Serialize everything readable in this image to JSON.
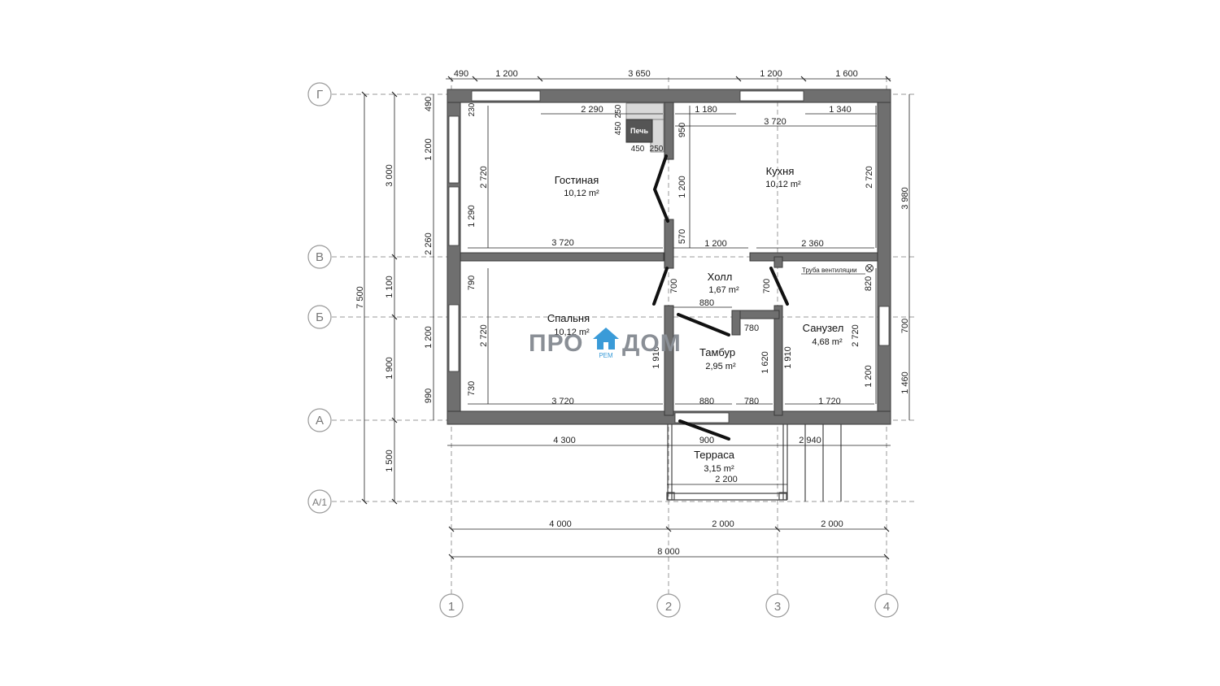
{
  "axes": {
    "rows": [
      "Г",
      "В",
      "Б",
      "А",
      "А/1"
    ],
    "columns": [
      "1",
      "2",
      "3",
      "4"
    ]
  },
  "rooms": [
    {
      "name": "Гостиная",
      "area": "10,12 m²"
    },
    {
      "name": "Кухня",
      "area": "10,12 m²"
    },
    {
      "name": "Холл",
      "area": "1,67 m²"
    },
    {
      "name": "Спальня",
      "area": "10,12 m²"
    },
    {
      "name": "Тамбур",
      "area": "2,95 m²"
    },
    {
      "name": "Санузел",
      "area": "4,68 m²"
    },
    {
      "name": "Терраса",
      "area": "3,15 m²"
    }
  ],
  "labels": {
    "stove": "Печь",
    "vent_pipe": "Труба вентиляции"
  },
  "logo": {
    "left": "ПРО",
    "right": "ДОМ",
    "sub": "РЕМ",
    "brand_color": "#3a9bd8"
  },
  "dimensions": {
    "top": [
      "490",
      "1 200",
      "3 650",
      "1 200",
      "1 600"
    ],
    "bottom_terrace": [
      "4 300",
      "900",
      "2 940"
    ],
    "bottom_axes": [
      "4 000",
      "2 000",
      "2 000"
    ],
    "bottom_total": "8 000",
    "left_outer": [
      "7 500"
    ],
    "left_mid": [
      "3 000",
      "1 100",
      "1 900",
      "1 500"
    ],
    "left_inner": [
      "490",
      "1 200",
      "2 260",
      "1 200",
      "990"
    ],
    "right_outer": [
      "3 980",
      "700",
      "1 460"
    ],
    "interior": [
      "230",
      "2 290",
      "250",
      "450",
      "1 180",
      "1 340",
      "3 720",
      "450",
      "250",
      "950",
      "2 720",
      "2 720",
      "1 290",
      "1 200",
      "3 720",
      "570",
      "1 200",
      "2 360",
      "790",
      "700",
      "700",
      "820",
      "880",
      "780",
      "2 720",
      "1 910",
      "1 620",
      "1 910",
      "2 720",
      "1 200",
      "730",
      "3 720",
      "880",
      "780",
      "1 720",
      "2 200"
    ]
  },
  "colors": {
    "wall": "#6f6f6f",
    "wall_edge": "#3a3a3a",
    "dim_line": "#222222",
    "axis_line": "#9a9a9a"
  }
}
